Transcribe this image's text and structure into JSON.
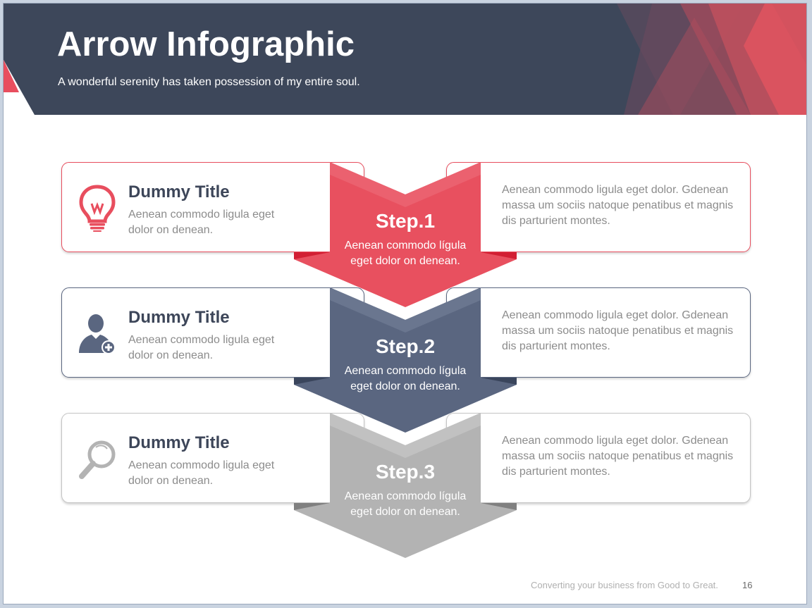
{
  "header": {
    "title": "Arrow Infographic",
    "subtitle": "A wonderful  serenity has taken possession of my entire soul."
  },
  "colors": {
    "navy": "#3d475a",
    "coral": "#e84e5e",
    "slate": "#5a6680",
    "gray": "#b3b3b3"
  },
  "steps": [
    {
      "title": "Dummy  Title",
      "desc": "Aenean commodo ligula eget dolor on denean.",
      "step_label": "Step.1",
      "step_desc": "Aenean commodo lígula eget dolor on denean.",
      "right_desc": "Aenean commodo ligula eget dolor. Gdenean massa um sociis natoque penatibus et magnis dis parturient montes.",
      "icon": "lightbulb-icon"
    },
    {
      "title": "Dummy  Title",
      "desc": "Aenean commodo ligula eget dolor on denean.",
      "step_label": "Step.2",
      "step_desc": "Aenean commodo lígula eget dolor on denean.",
      "right_desc": "Aenean commodo ligula eget dolor. Gdenean massa um sociis natoque penatibus et magnis dis parturient montes.",
      "icon": "add-user-icon"
    },
    {
      "title": "Dummy  Title",
      "desc": "Aenean commodo ligula eget dolor on denean.",
      "step_label": "Step.3",
      "step_desc": "Aenean commodo lígula eget dolor on denean.",
      "right_desc": "Aenean commodo ligula eget dolor. Gdenean massa um sociis natoque penatibus et magnis dis parturient montes.",
      "icon": "magnifier-icon"
    }
  ],
  "footer": {
    "text": "Converting your business from Good to Great.",
    "page_number": "16"
  }
}
